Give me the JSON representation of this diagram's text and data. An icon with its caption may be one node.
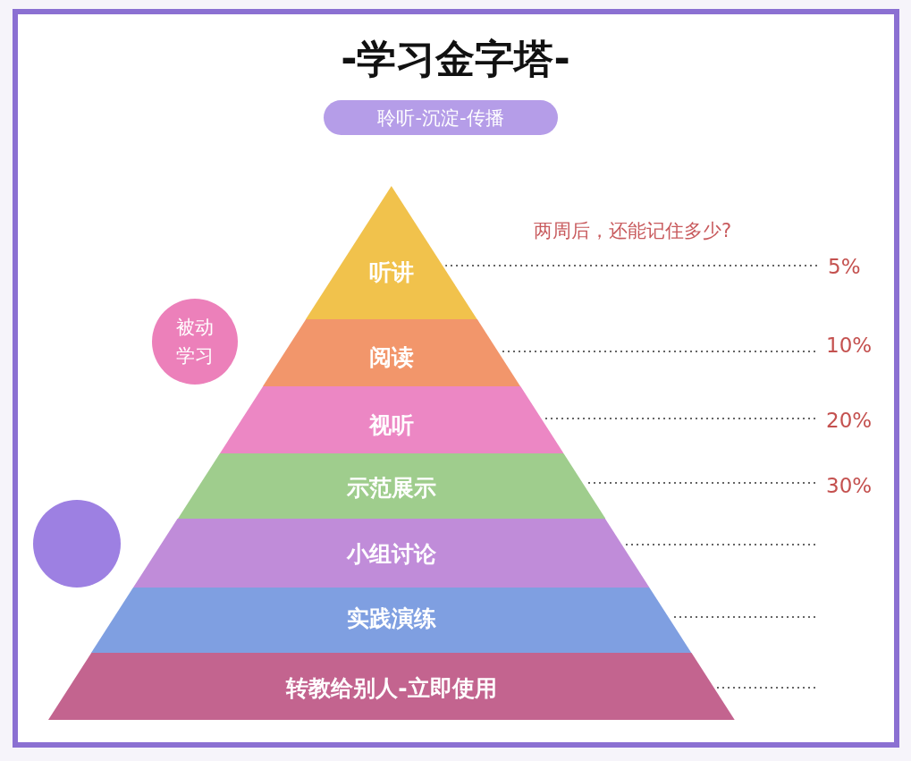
{
  "diagram": {
    "title": "-学习金字塔-",
    "nodes": [
      {
        "text": [
          "聆听-沉淀-传播"
        ]
      },
      {
        "text": [
          "听讲"
        ]
      },
      {
        "text": [
          "阅读"
        ]
      },
      {
        "text": [
          "视听"
        ]
      },
      {
        "text": [
          "示范展示"
        ]
      },
      {
        "text": [
          "小组讨论"
        ]
      },
      {
        "text": [
          "实践演练"
        ]
      },
      {
        "text": [
          "转教给别人-立即使用"
        ]
      },
      {
        "text": [
          "被动学习"
        ]
      },
      {
        "text": [],
        "shape": "circle"
      },
      {
        "text": [
          "5%"
        ]
      },
      {
        "text": [
          "10%"
        ]
      },
      {
        "text": [
          "20%"
        ]
      },
      {
        "text": [
          "30%"
        ]
      }
    ],
    "edges": [
      {
        "from": 10,
        "to": 1,
        "arrow": "none",
        "style": "dashed"
      },
      {
        "from": 11,
        "to": 2,
        "arrow": "none",
        "style": "dashed"
      },
      {
        "from": 12,
        "to": 3,
        "arrow": "none",
        "style": "dashed"
      },
      {
        "from": 13,
        "to": 4,
        "arrow": "none",
        "style": "dashed"
      },
      {
        "from": null,
        "to": 5,
        "arrow": "none",
        "style": "dashed"
      },
      {
        "from": null,
        "to": 6,
        "arrow": "none",
        "style": "dashed"
      },
      {
        "from": null,
        "to": 7,
        "arrow": "none",
        "style": "dashed"
      }
    ],
    "labels": [
      "两周后，还能记住多少?"
    ]
  }
}
